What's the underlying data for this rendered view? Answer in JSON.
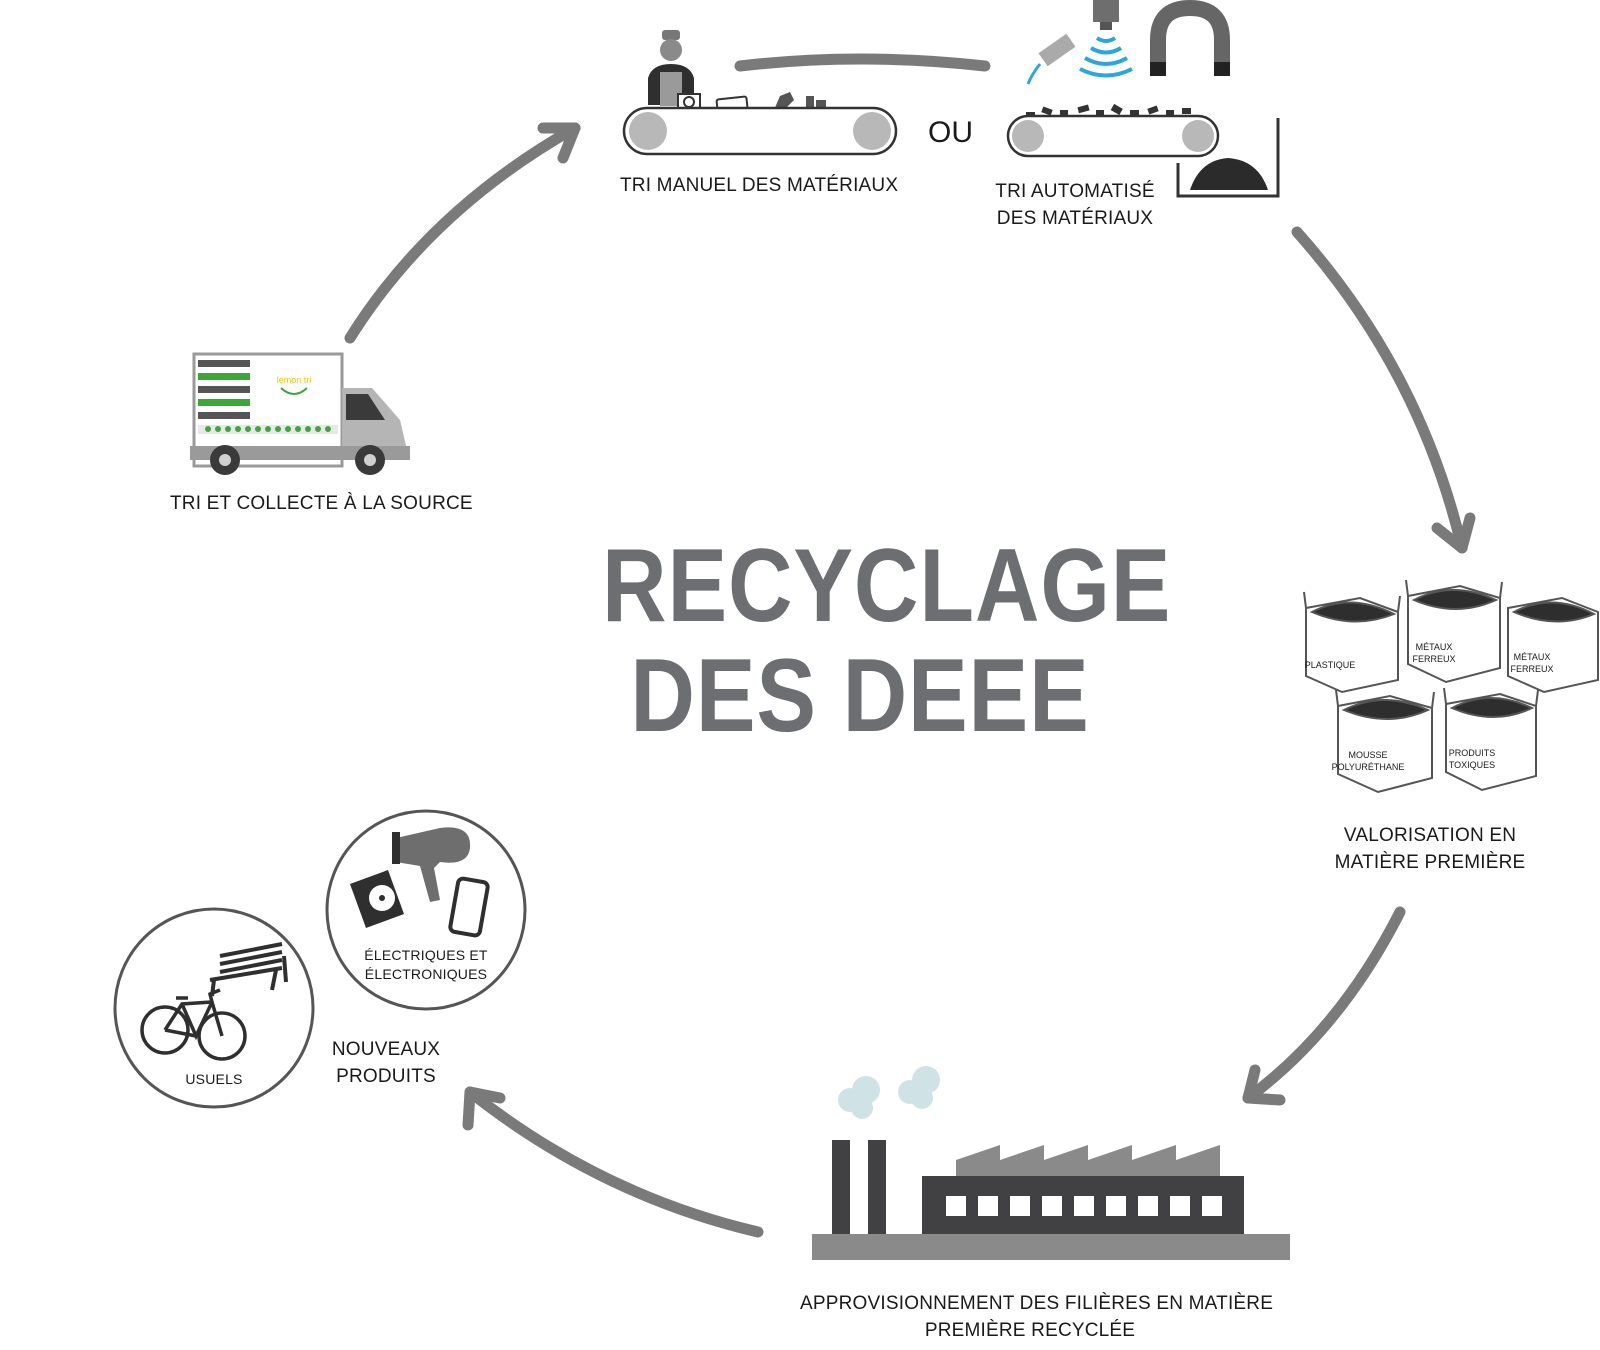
{
  "title": {
    "line1": "RECYCLAGE",
    "line2": "DES DEEE"
  },
  "steps": {
    "collect": "TRI ET COLLECTE À LA SOURCE",
    "manual_sort": "TRI MANUEL DES MATÉRIAUX",
    "or": "OU",
    "auto_sort_line1": "TRI AUTOMATISÉ",
    "auto_sort_line2": "DES MATÉRIAUX",
    "recovery_line1": "VALORISATION EN",
    "recovery_line2": "MATIÈRE PREMIÈRE",
    "supply_line1": "APPROVISIONNEMENT DES FILIÈRES EN MATIÈRE",
    "supply_line2": "PREMIÈRE RECYCLÉE",
    "new_products_line1": "NOUVEAUX",
    "new_products_line2": "PRODUITS"
  },
  "bags": [
    {
      "line1": "PLASTIQUE",
      "line2": ""
    },
    {
      "line1": "MÉTAUX",
      "line2": "FERREUX"
    },
    {
      "line1": "MÉTAUX",
      "line2": "FERREUX"
    },
    {
      "line1": "MOUSSE",
      "line2": "POLYURÉTHANE"
    },
    {
      "line1": "PRODUITS",
      "line2": "TOXIQUES"
    }
  ],
  "product_circles": {
    "electric_line1": "ÉLECTRIQUES ET",
    "electric_line2": "ÉLECTRONIQUES",
    "usual": "USUELS"
  },
  "truck": {
    "brand": "lemon tri",
    "panel_rows": [
      "",
      "",
      "",
      "",
      ""
    ]
  },
  "colors": {
    "arrow": "#7a7a7a",
    "title": "#6d6e71",
    "factory_dark": "#414042",
    "factory_light": "#8a8a8a",
    "smoke": "#cfe3e6",
    "truck_green": "#3aa935",
    "truck_yellow": "#f2c200",
    "scanner_blue": "#29a8e0"
  }
}
